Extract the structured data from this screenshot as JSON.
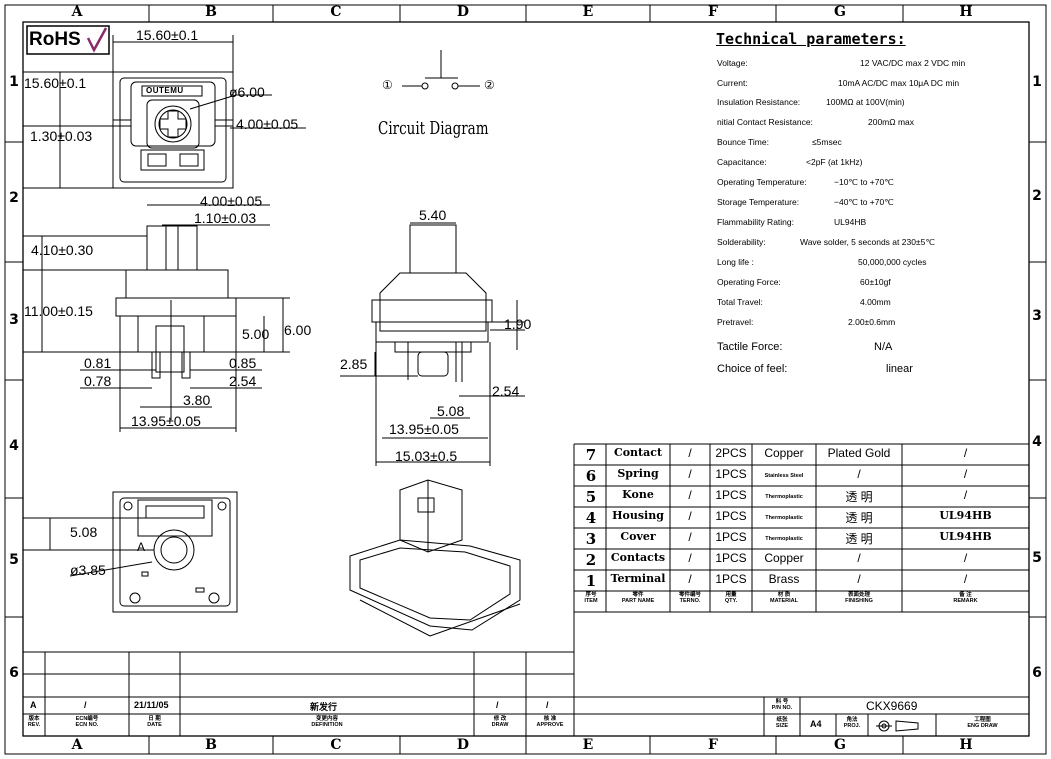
{
  "grid": {
    "cols": [
      "A",
      "B",
      "C",
      "D",
      "E",
      "F",
      "G",
      "H"
    ],
    "rows": [
      "1",
      "2",
      "3",
      "4",
      "5",
      "6"
    ]
  },
  "rohs": "RoHS",
  "dims_top": {
    "width": "15.60±0.1",
    "height": "15.60±0.1",
    "led": "ø6.00",
    "led_w": "4.00±0.05",
    "edge": "1.30±0.03",
    "brand": "OUTEMU"
  },
  "dims_front": {
    "w4": "4.00±0.05",
    "w110": "1.10±0.03",
    "h410": "4.10±0.30",
    "h11": "11.00±0.15",
    "h500": "5.00",
    "h600": "6.00",
    "d081": "0.81",
    "d078": "0.78",
    "d085": "0.85",
    "d254": "2.54",
    "d380": "3.80",
    "d1395": "13.95±0.05"
  },
  "circuit": {
    "label": "Circuit Diagram",
    "n1": "①",
    "n2": "②"
  },
  "dims_side": {
    "top": "5.40",
    "r190": "1.90",
    "h285": "2.85",
    "d254": "2.54",
    "d508": "5.08",
    "d1395": "13.95±0.05",
    "d1503": "15.03±0.5"
  },
  "dims_bottom": {
    "d508": "5.08",
    "d385": "ø3.85",
    "mark": "A"
  },
  "tech": {
    "title": "Technical  parameters:",
    "rows": [
      {
        "label": "Voltage:",
        "value": "12 VAC/DC max     2 VDC min"
      },
      {
        "label": "Current:",
        "value": "10mA AC/DC max   10μA DC min"
      },
      {
        "label": "Insulation Resistance:",
        "value": "100MΩ at 100V(min)"
      },
      {
        "label": "nitial Contact Resistance:",
        "value": "200mΩ max"
      },
      {
        "label": "Bounce Time:",
        "value": "≤5msec"
      },
      {
        "label": "Capacitance:",
        "value": "<2pF (at 1kHz)"
      },
      {
        "label": "Operating Temperature:",
        "value": "−10℃ to +70℃"
      },
      {
        "label": "Storage Temperature:",
        "value": "−40℃ to +70℃"
      },
      {
        "label": "Flammability Rating:",
        "value": "UL94HB"
      },
      {
        "label": "Solderability:",
        "value": "Wave solder, 5 seconds at 230±5℃"
      },
      {
        "label": "Long life :",
        "value": "50,000,000 cycles"
      },
      {
        "label": "Operating Force:",
        "value": "60±10gf"
      },
      {
        "label": "Total Travel:",
        "value": "4.00mm"
      },
      {
        "label": "Pretravel:",
        "value": "2.00±0.6mm"
      },
      {
        "label": "Tactile Force:",
        "value": "N/A"
      },
      {
        "label": "Choice of feel:",
        "value": "linear"
      }
    ]
  },
  "bom": {
    "rows": [
      {
        "no": "7",
        "name": "Contact",
        "tn": "/",
        "qty": "2PCS",
        "mat": "Copper",
        "fin": "Plated Gold",
        "rem": "/"
      },
      {
        "no": "6",
        "name": "Spring",
        "tn": "/",
        "qty": "1PCS",
        "mat": "Stainless Steel",
        "fin": "/",
        "rem": "/"
      },
      {
        "no": "5",
        "name": "Kone",
        "tn": "/",
        "qty": "1PCS",
        "mat": "Thermoplastic",
        "fin": "透 明",
        "rem": "/"
      },
      {
        "no": "4",
        "name": "Housing",
        "tn": "/",
        "qty": "1PCS",
        "mat": "Thermoplastic",
        "fin": "透 明",
        "rem": "UL94HB"
      },
      {
        "no": "3",
        "name": "Cover",
        "tn": "/",
        "qty": "1PCS",
        "mat": "Thermoplastic",
        "fin": "透 明",
        "rem": "UL94HB"
      },
      {
        "no": "2",
        "name": "Contacts",
        "tn": "/",
        "qty": "1PCS",
        "mat": "Copper",
        "fin": "/",
        "rem": "/"
      },
      {
        "no": "1",
        "name": "Terminal",
        "tn": "/",
        "qty": "1PCS",
        "mat": "Brass",
        "fin": "/",
        "rem": "/"
      }
    ],
    "header": {
      "no_cn": "序号",
      "no_en": "ITEM",
      "name_cn": "零件",
      "name_en": "PART NAME",
      "tn_cn": "零件编号",
      "tn_en": "TERNO.",
      "qty_cn": "用量",
      "qty_en": "QTY.",
      "mat_cn": "材 质",
      "mat_en": "MATERIAL",
      "fin_cn": "表面处理",
      "fin_en": "FINISHING",
      "rem_cn": "备 注",
      "rem_en": "REMARK"
    }
  },
  "titleblock": {
    "rev": "A",
    "ecn": "/",
    "date": "21/11/05",
    "desc": "新发行",
    "draw": "/",
    "approve": "/",
    "rev_cn": "版本",
    "rev_en": "REV.",
    "ecn_cn": "ECN编号",
    "ecn_en": "ECN NO.",
    "date_cn": "日 期",
    "date_en": "DATE",
    "desc_cn": "变更内容",
    "desc_en": "DEFINITION",
    "draw_cn": "修 改",
    "draw_en": "DRAW",
    "app_cn": "核 准",
    "app_en": "APPROVE",
    "pn_cn": "料 号",
    "pn_en": "P/N NO.",
    "pn": "CKX9669",
    "size_cn": "纸张",
    "size_en": "SIZE",
    "size": "A4",
    "proj_cn": "角法",
    "proj_en": "PROJ.",
    "eng_cn": "工程图",
    "eng_en": "ENG DRAW"
  }
}
